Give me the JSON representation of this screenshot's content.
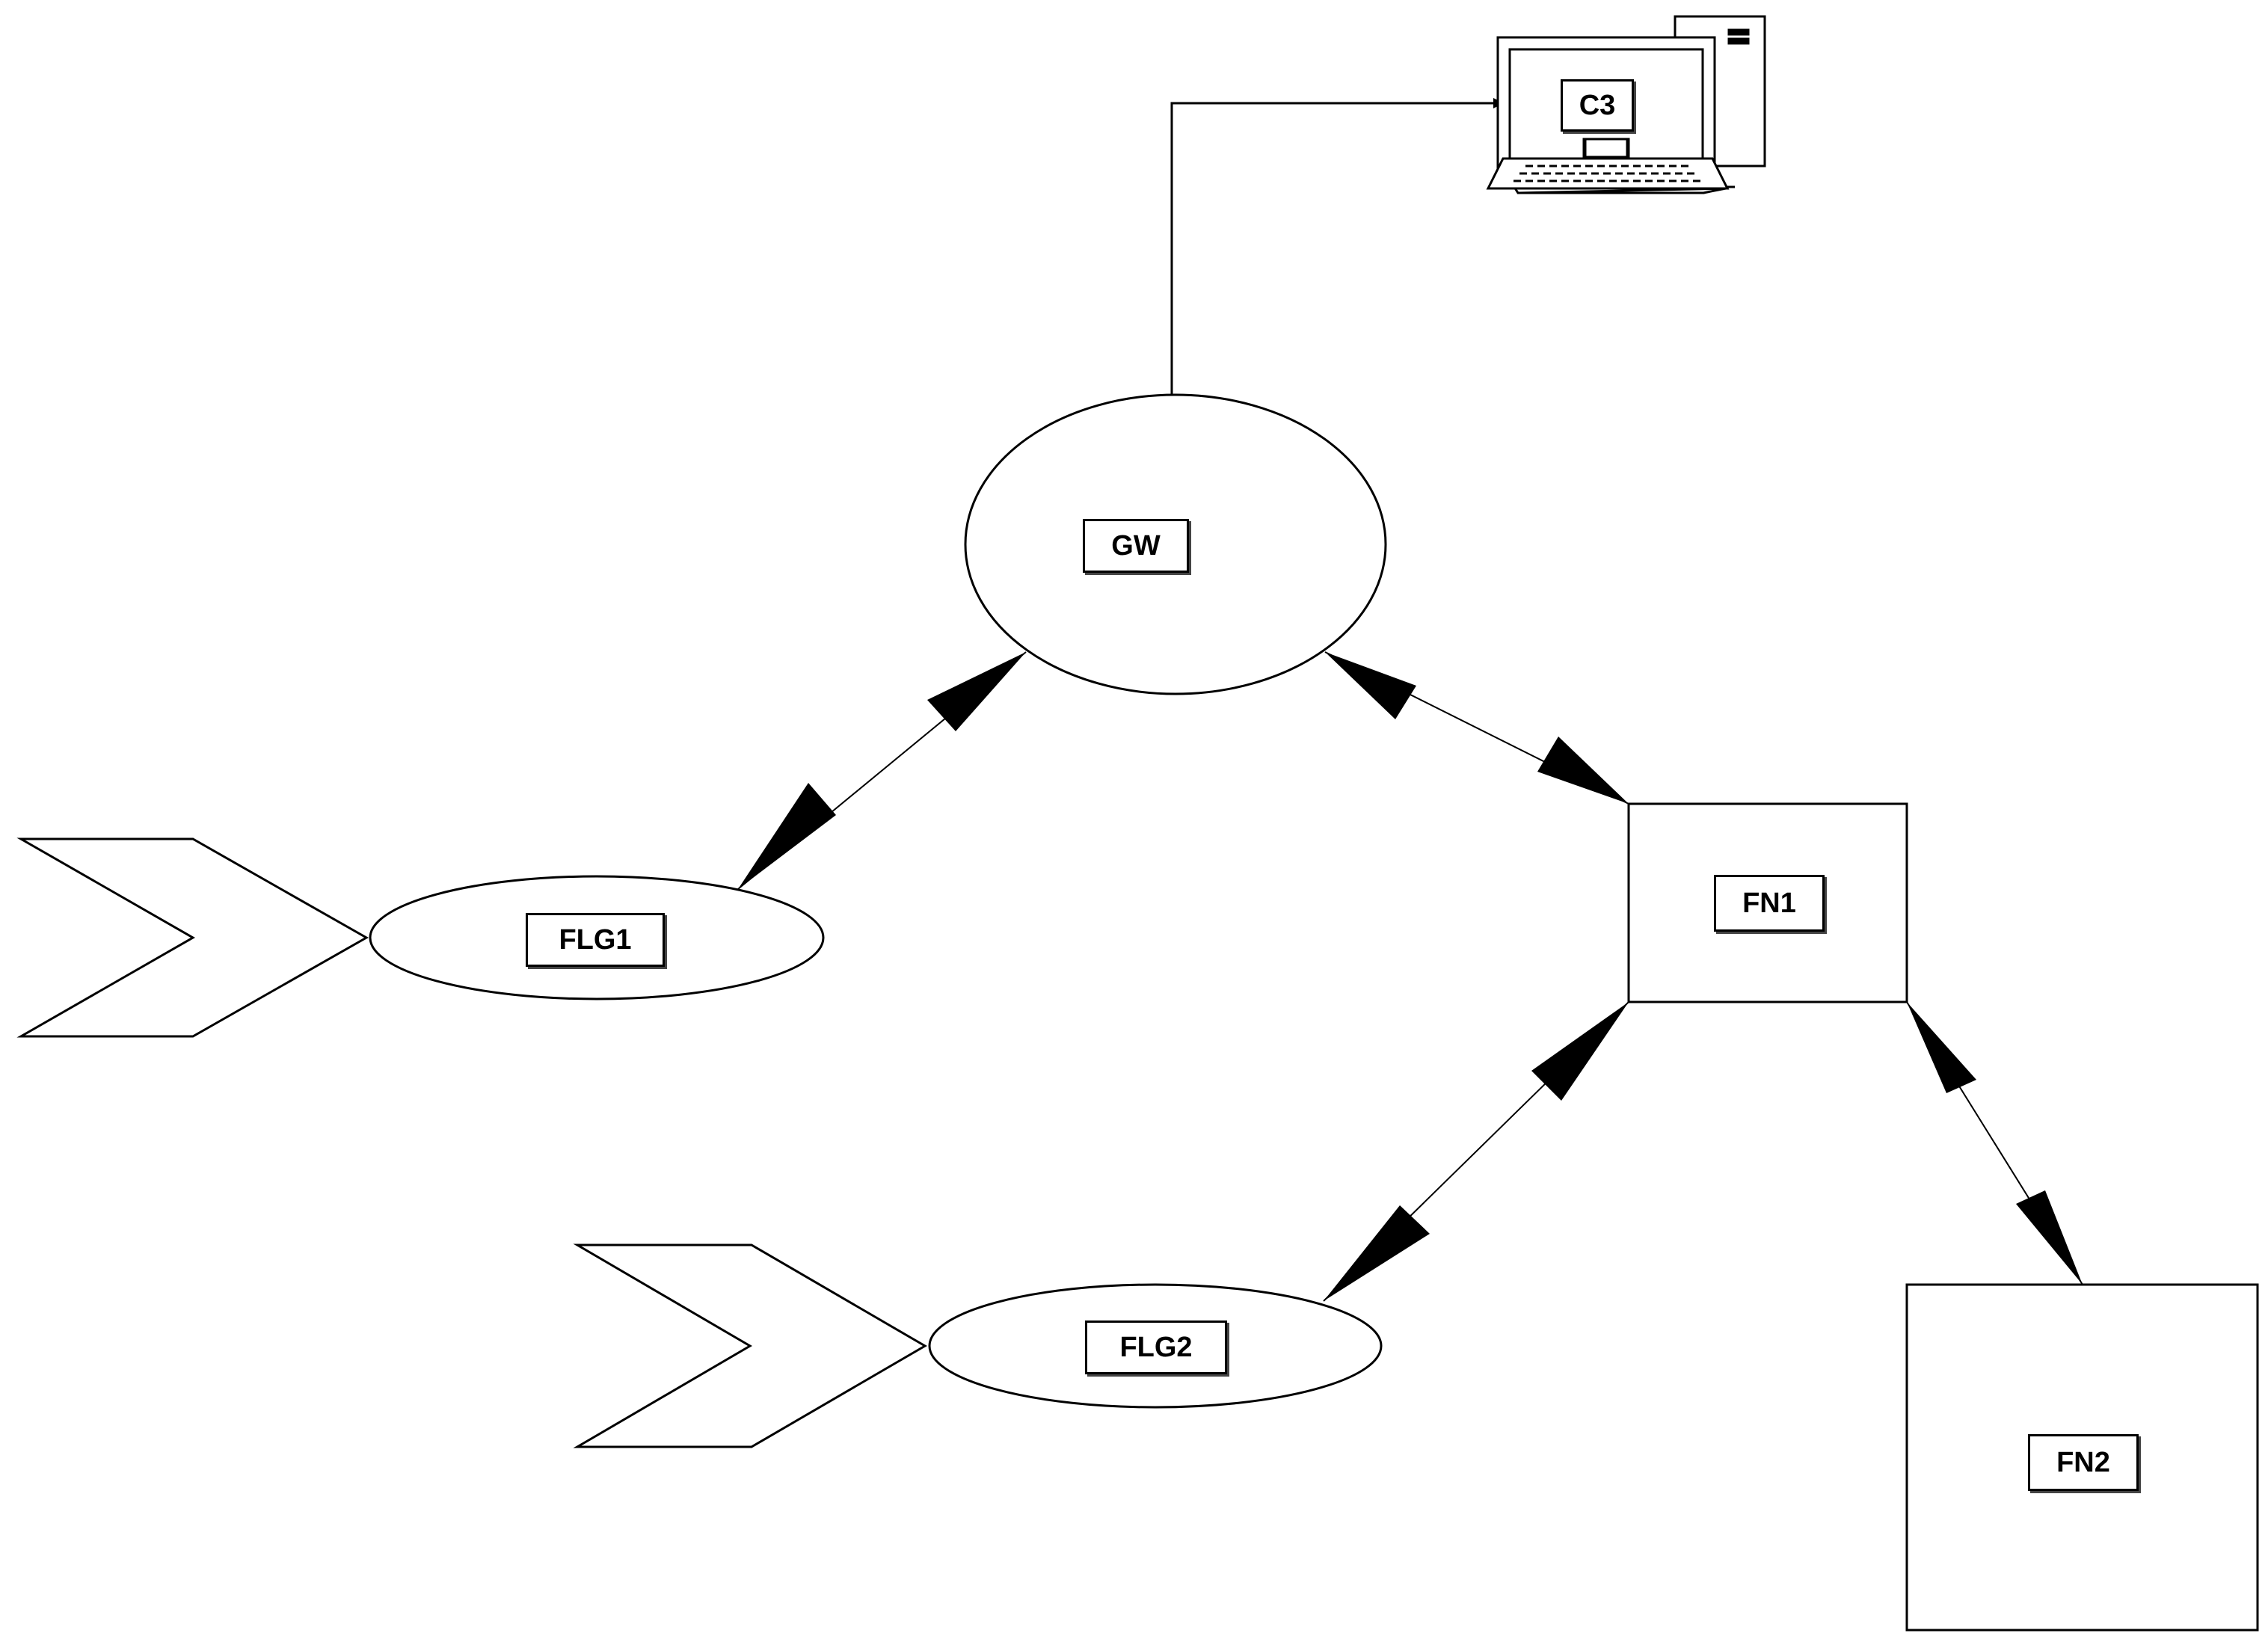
{
  "nodes": {
    "gw": {
      "label": "GW"
    },
    "fn1": {
      "label": "FN1"
    },
    "fn2": {
      "label": "FN2"
    },
    "flg1": {
      "label": "FLG1"
    },
    "flg2": {
      "label": "FLG2"
    },
    "c3": {
      "label": "C3"
    }
  },
  "edges": [
    {
      "from": "flg1",
      "to": "gw",
      "style": "bidirectional"
    },
    {
      "from": "gw",
      "to": "fn1",
      "style": "bidirectional"
    },
    {
      "from": "flg2",
      "to": "fn1",
      "style": "bidirectional"
    },
    {
      "from": "fn1",
      "to": "fn2",
      "style": "bidirectional"
    },
    {
      "from": "gw",
      "to": "c3",
      "style": "directed"
    }
  ],
  "icons": {
    "c3": "desktop-computer-icon",
    "flg1_source": "chevron-arrow-icon",
    "flg2_source": "chevron-arrow-icon"
  },
  "colors": {
    "stroke": "#000000",
    "fill": "#ffffff"
  }
}
